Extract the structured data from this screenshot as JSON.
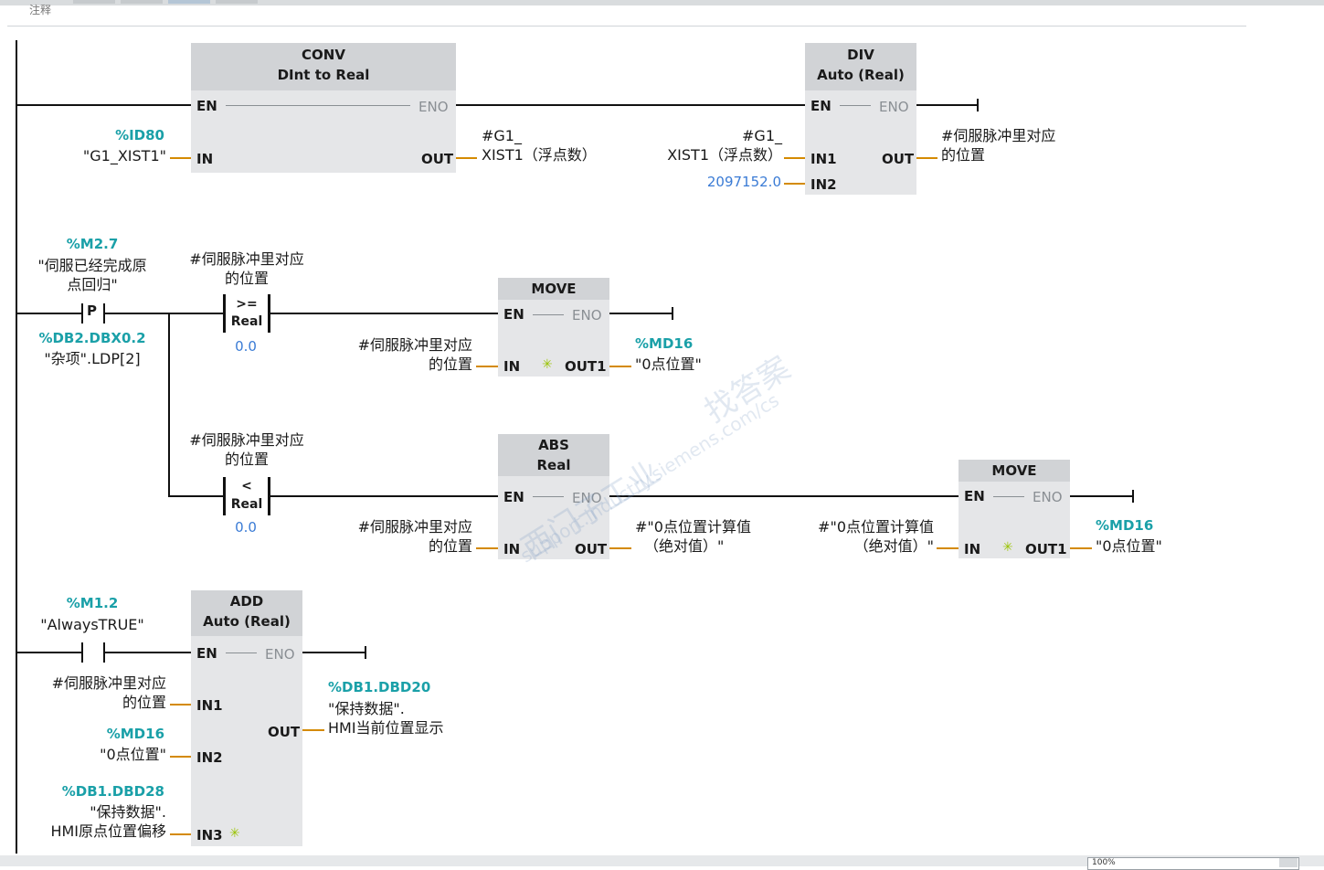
{
  "header": {
    "comment_label": "注释"
  },
  "zoom": {
    "value": "100%"
  },
  "watermark": {
    "line1": "西门子工业",
    "line2": "找答案",
    "url": "support.industry.siemens.com/cs"
  },
  "pins": {
    "en": "EN",
    "eno": "ENO",
    "in": "IN",
    "out": "OUT",
    "in1": "IN1",
    "in2": "IN2",
    "in3": "IN3",
    "out1": "OUT1"
  },
  "net1": {
    "conv": {
      "title": "CONV",
      "sub_from": "DInt",
      "sub_to": "to",
      "sub_type": "Real"
    },
    "conv_in": {
      "address": "%ID80",
      "symbol": "\"G1_XIST1\""
    },
    "conv_out": {
      "line1": "#G1_",
      "line2": "XIST1（浮点数）"
    },
    "div": {
      "title": "DIV",
      "sub": "Auto (Real)"
    },
    "div_in1": {
      "line1": "#G1_",
      "line2": "XIST1（浮点数）"
    },
    "div_in2": {
      "value": "2097152.0"
    },
    "div_out": {
      "line1": "#伺服脉冲里对应",
      "line2": "的位置"
    }
  },
  "net2": {
    "contact1": {
      "address": "%M2.7",
      "line1": "\"伺服已经完成原",
      "line2": "点回归\"",
      "symbol": "P"
    },
    "edge_mem": {
      "address": "%DB2.DBX0.2",
      "symbol": "\"杂项\".LDP[2]"
    },
    "cmp_ge": {
      "line1": "#伺服脉冲里对应",
      "line2": "的位置",
      "op": ">=",
      "type": "Real",
      "value": "0.0"
    },
    "move1": {
      "title": "MOVE",
      "in_line1": "#伺服脉冲里对应",
      "in_line2": "的位置",
      "out_address": "%MD16",
      "out_symbol": "\"0点位置\""
    },
    "cmp_lt": {
      "line1": "#伺服脉冲里对应",
      "line2": "的位置",
      "op": "<",
      "type": "Real",
      "value": "0.0"
    },
    "abs": {
      "title": "ABS",
      "sub": "Real",
      "in_line1": "#伺服脉冲里对应",
      "in_line2": "的位置",
      "out_line1": "#\"0点位置计算值",
      "out_line2": "（绝对值）\""
    },
    "move2": {
      "title": "MOVE",
      "in_line1": "#\"0点位置计算值",
      "in_line2": "（绝对值）\"",
      "out_address": "%MD16",
      "out_symbol": "\"0点位置\""
    }
  },
  "net3": {
    "contact": {
      "address": "%M1.2",
      "symbol": "\"AlwaysTRUE\""
    },
    "add": {
      "title": "ADD",
      "sub": "Auto (Real)"
    },
    "in1": {
      "line1": "#伺服脉冲里对应",
      "line2": "的位置"
    },
    "in2": {
      "address": "%MD16",
      "symbol": "\"0点位置\""
    },
    "in3": {
      "address": "%DB1.DBD28",
      "line1": "\"保持数据\".",
      "line2": "HMI原点位置偏移"
    },
    "out": {
      "address": "%DB1.DBD20",
      "line1": "\"保持数据\".",
      "line2": "HMI当前位置显示"
    }
  }
}
